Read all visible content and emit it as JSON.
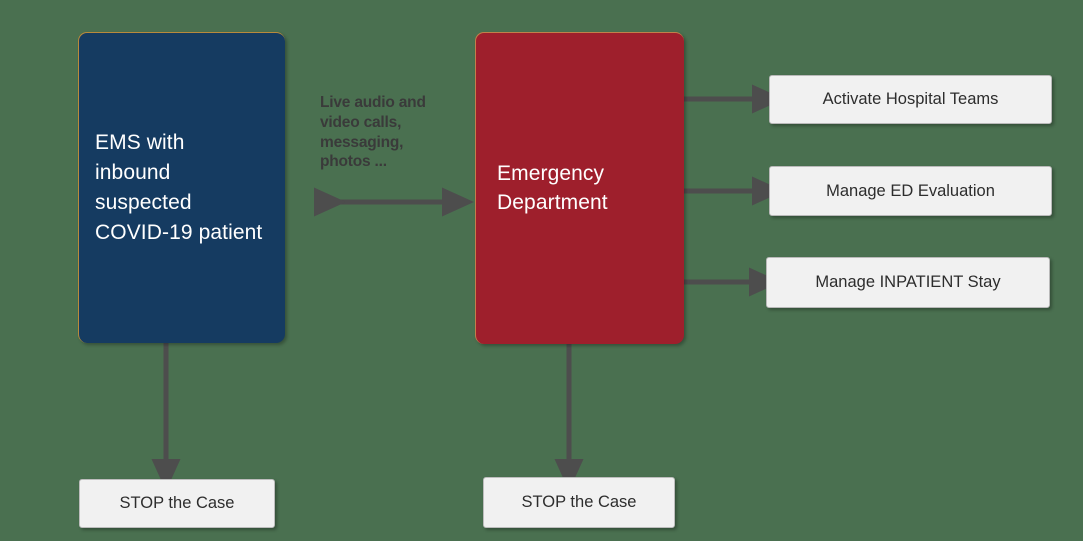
{
  "diagram": {
    "title_present": false,
    "background_color": "#4a7050",
    "actors": [
      {
        "id": "ems",
        "label": "EMS with inbound suspected COVID-19 patient",
        "color": "#153b61",
        "text_color": "#ffffff"
      },
      {
        "id": "ed",
        "label": "Emergency Department",
        "color": "#9e1f2c",
        "text_color": "#ffffff"
      }
    ],
    "annotations": {
      "comms_note": "Live audio and video calls, messaging, photos ..."
    },
    "actions": [
      {
        "id": "activate-hospital-teams",
        "label": "Activate Hospital Teams"
      },
      {
        "id": "manage-ed-evaluation",
        "label": "Manage ED Evaluation"
      },
      {
        "id": "manage-inpatient-stay",
        "label": "Manage INPATIENT Stay"
      }
    ],
    "terminals": [
      {
        "id": "stop-ems",
        "label": "STOP the Case"
      },
      {
        "id": "stop-ed",
        "label": "STOP the Case"
      }
    ],
    "connectors": {
      "arrow_color": "#4d4d4d",
      "ems_ed_bidirectional": true,
      "ed_to_actions_count": 3,
      "ems_to_stop": true,
      "ed_to_stop": true
    },
    "colors": {
      "navy": "#153b61",
      "crimson": "#9e1f2c",
      "green_background": "#4a7050",
      "box_fill": "#f1f1f1",
      "arrow_gray": "#4d4d4d",
      "note_text": "#3a3a3a"
    }
  }
}
